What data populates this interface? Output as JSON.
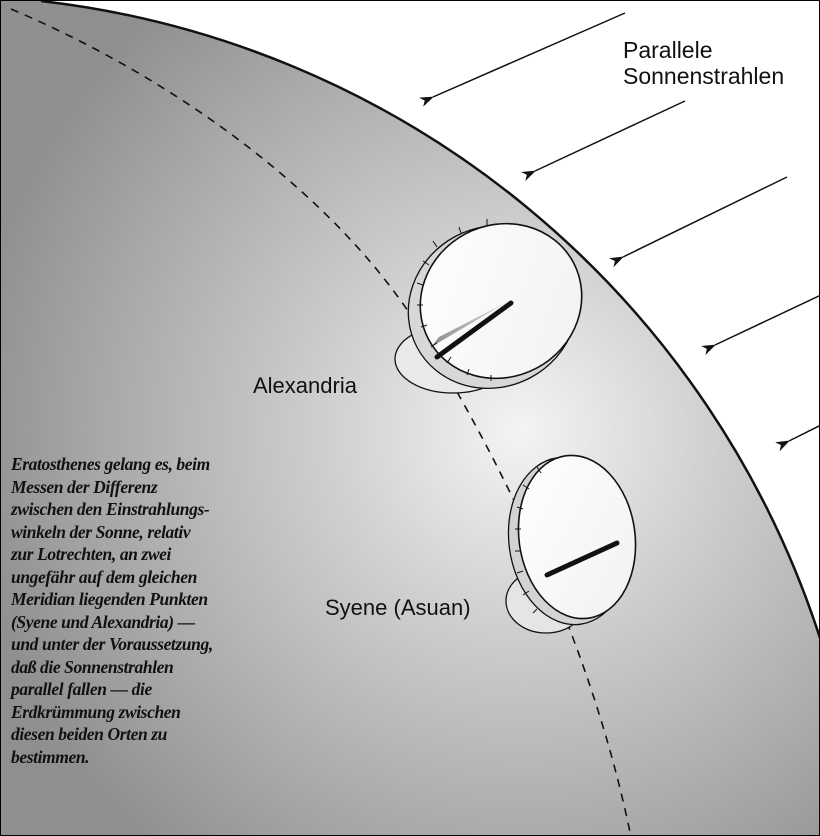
{
  "labels": {
    "rays_line1": "Parallele",
    "rays_line2": "Sonnenstrahlen",
    "alexandria": "Alexandria",
    "syene": "Syene (Asuan)"
  },
  "caption": {
    "lines": [
      "Eratosthenes gelang es, beim",
      "Messen der Differenz",
      "zwischen den Einstrahlungs-",
      "winkeln der Sonne, relativ",
      "zur Lotrechten, an zwei",
      "ungefähr auf dem gleichen",
      "Meridian liegenden Punkten",
      "(Syene und Alexandria) —",
      "und unter der Voraussetzung,",
      "daß die Sonnenstrahlen",
      "parallel fallen — die",
      "Erdkrümmung zwischen",
      "diesen beiden Orten zu",
      "bestimmen."
    ]
  },
  "colors": {
    "earth_light": "#f4f4f4",
    "earth_mid": "#b9b9b9",
    "earth_dark": "#8f8f8f",
    "ink": "#111111"
  },
  "icons": {
    "rays": "arrow-icon",
    "sundial": "sundial-bowl-icon"
  }
}
